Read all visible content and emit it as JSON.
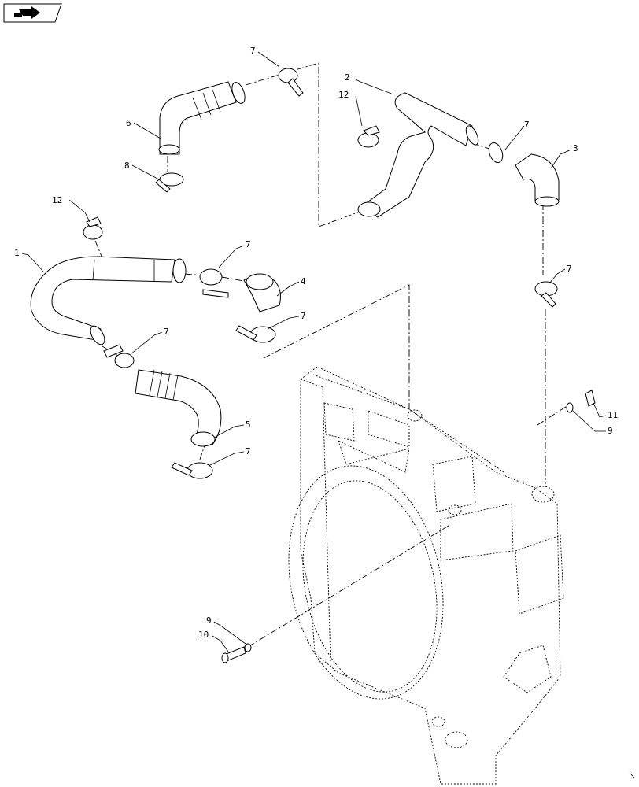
{
  "nav": {
    "icon": "next-page-arrow-icon"
  },
  "callouts": {
    "c1": "1",
    "c2": "2",
    "c3": "3",
    "c4": "4",
    "c5": "5",
    "c6": "6",
    "c7": "7",
    "c8": "8",
    "c9": "9",
    "c10": "10",
    "c11": "11",
    "c12": "12"
  }
}
